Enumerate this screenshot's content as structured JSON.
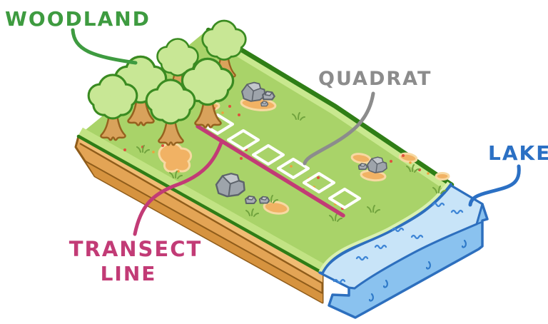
{
  "diagram": {
    "labels": {
      "woodland": "WOODLAND",
      "quadrat": "QUADRAT",
      "lake": "LAKE",
      "transect_line_1": "TRANSECT",
      "transect_line_2": "LINE"
    },
    "colors": {
      "woodland_label": "#3e9b40",
      "quadrat_label": "#8c8c8c",
      "lake_label": "#2b70c4",
      "transect_label": "#c23b76",
      "transect_line": "#c23b76",
      "quadrat_outline": "#ffffff",
      "grass": "#a9d369",
      "grass_edge": "#2f7e16",
      "soil": "#e3a455",
      "lake_top": "#c8e4f8",
      "lake_side": "#8ac2ef",
      "lake_outline": "#2d6fbe"
    },
    "counts": {
      "quadrats": 6,
      "trees": 6
    }
  }
}
